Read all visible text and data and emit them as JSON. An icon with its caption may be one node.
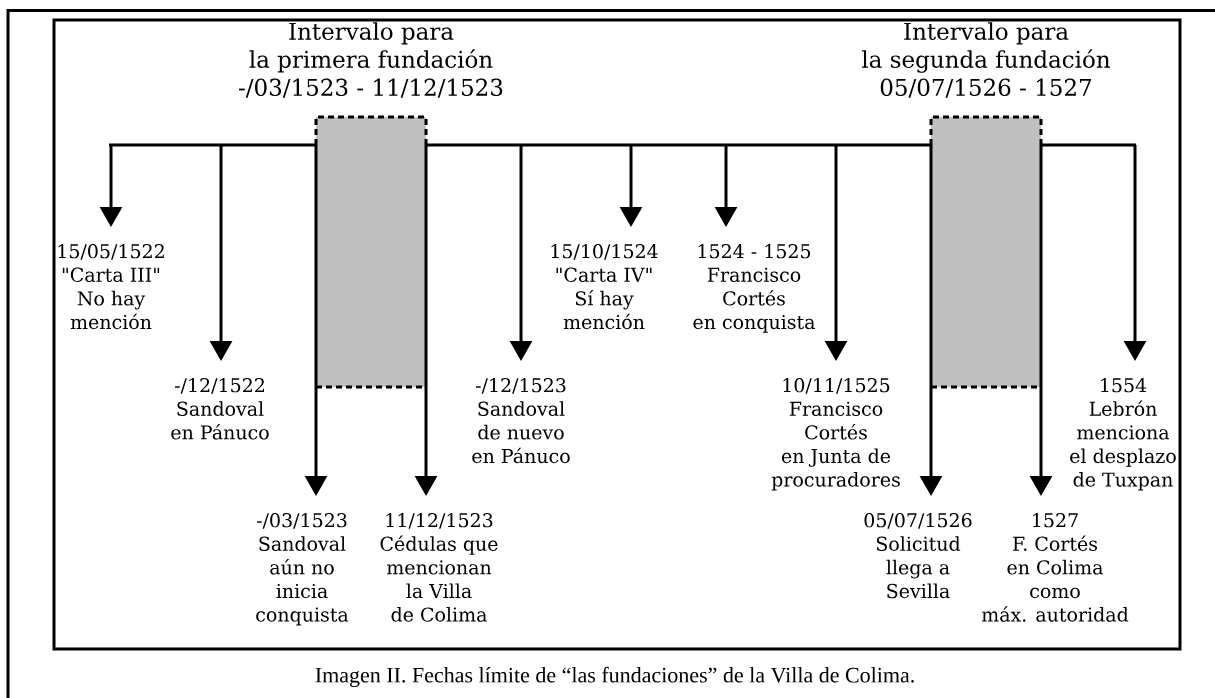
{
  "diagram": {
    "caption": "Imagen II. Fechas límite de “las fundaciones” de la Villa de Colima.",
    "nodes": [
      {
        "text": [
          "Intervalo para la primera fundación -/03/1523 - 11/12/1523"
        ]
      },
      {
        "text": [
          "Intervalo para la segunda fundación 05/07/1526 - 1527"
        ]
      },
      {
        "text": [
          "15/05/1522 \"Carta III\" No hay mención"
        ]
      },
      {
        "text": [
          "-/12/1522 Sandoval en Pánuco"
        ]
      },
      {
        "text": [
          "-/03/1523 Sandoval aún no inicia conquista"
        ]
      },
      {
        "text": [
          "11/12/1523 Cédulas que mencionan la Villa de Colima"
        ]
      },
      {
        "text": [
          "-/12/1523 Sandoval de nuevo en Pánuco"
        ]
      },
      {
        "text": [
          "15/10/1524 \"Carta IV\" Sí hay mención"
        ]
      },
      {
        "text": [
          "1524 - 1525 Francisco Cortés en conquista"
        ]
      },
      {
        "text": [
          "10/11/1525 Francisco Cortés en Junta de procuradores"
        ]
      },
      {
        "text": [
          "05/07/1526 Solicitud llega a Sevilla"
        ]
      },
      {
        "text": [
          "1527 F. Cortés en Colima como máx. autoridad"
        ]
      },
      {
        "text": [
          "1554 Lebrón menciona el desplazo de Tuxpan"
        ]
      }
    ],
    "edges": [
      {
        "from": null,
        "to": 2,
        "arrow": "to"
      },
      {
        "from": null,
        "to": 3,
        "arrow": "to"
      },
      {
        "from": 0,
        "to": 4,
        "arrow": "to"
      },
      {
        "from": 0,
        "to": 5,
        "arrow": "to"
      },
      {
        "from": null,
        "to": 6,
        "arrow": "to"
      },
      {
        "from": null,
        "to": 7,
        "arrow": "to"
      },
      {
        "from": null,
        "to": 8,
        "arrow": "to"
      },
      {
        "from": null,
        "to": 9,
        "arrow": "to"
      },
      {
        "from": 1,
        "to": 10,
        "arrow": "to"
      },
      {
        "from": 1,
        "to": 11,
        "arrow": "to"
      },
      {
        "from": null,
        "to": 12,
        "arrow": "to"
      }
    ]
  }
}
